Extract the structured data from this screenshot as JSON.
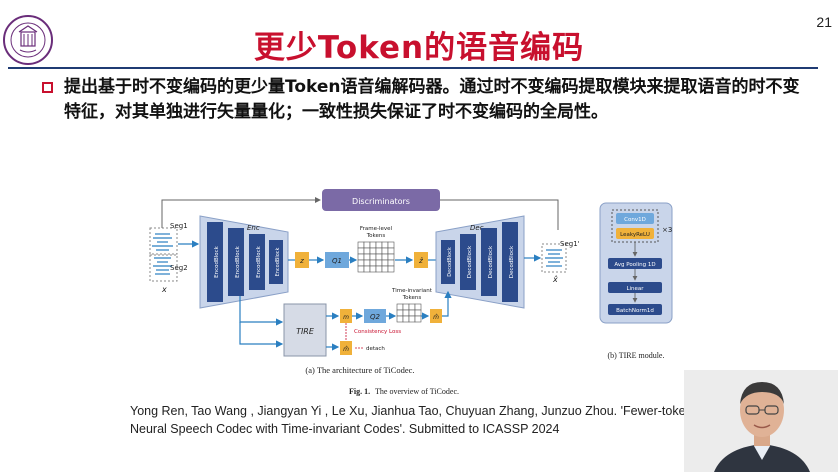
{
  "slide": {
    "page_number": "21",
    "title": "更少Token的语音编码",
    "bullet": "提出基于时不变编码的更少量Token语音编解码器。通过时不变编码提取模块来提取语音的时不变特征，对其单独进行矢量量化；一致性损失保证了时不变编码的全局性。",
    "reference_line1": "Yong Ren, Tao Wang , Jiangyan Yi , Le Xu, Jianhua Tao, Chuyuan Zhang, Junzuo Zhou. 'Fewer-token",
    "reference_line2": "Neural Speech Codec with Time-invariant Codes'. Submitted to ICASSP 2024"
  },
  "figure": {
    "discriminators": "Discriminators",
    "enc": "Enc",
    "dec": "Dec",
    "encblock": "EncodBlock",
    "decblock": "DecodBlock",
    "seg1": "Seg1",
    "seg2": "Seg2",
    "seg1_prime": "Seg1'",
    "x": "x",
    "x_hat": "x̂",
    "z": "z",
    "z_hat": "ẑ",
    "q1": "Q1",
    "q2": "Q2",
    "frame_level_tokens": [
      "Frame-level",
      "Tokens"
    ],
    "time_invariant_tokens": [
      "Time-invariant",
      "Tokens"
    ],
    "tire": "TIRE",
    "m1": "m",
    "m2": "m̂",
    "m3": "m̂",
    "consistency_loss": "Consistency Loss",
    "detach": "detach",
    "caption_a": "(a) The architecture of TiCodec.",
    "caption_fig": "Fig. 1.",
    "caption_fig_text": "The overview of TiCodec.",
    "caption_b": "(b) TIRE module.",
    "tire_module": {
      "conv": "Conv1D",
      "relu": "LeakyReLU",
      "times": "×3",
      "pool": "Avg Pooling 1D",
      "linear": "Linear",
      "bn": "BatchNorm1d"
    }
  },
  "colors": {
    "title": "#c8102e",
    "rule": "#1f3b73",
    "enc_block": "#2c4b8c",
    "discriminator": "#7b6aa6",
    "z_box": "#f0b13a",
    "q_box": "#6fa8dc",
    "tire_panel": "#c9d5ea"
  }
}
